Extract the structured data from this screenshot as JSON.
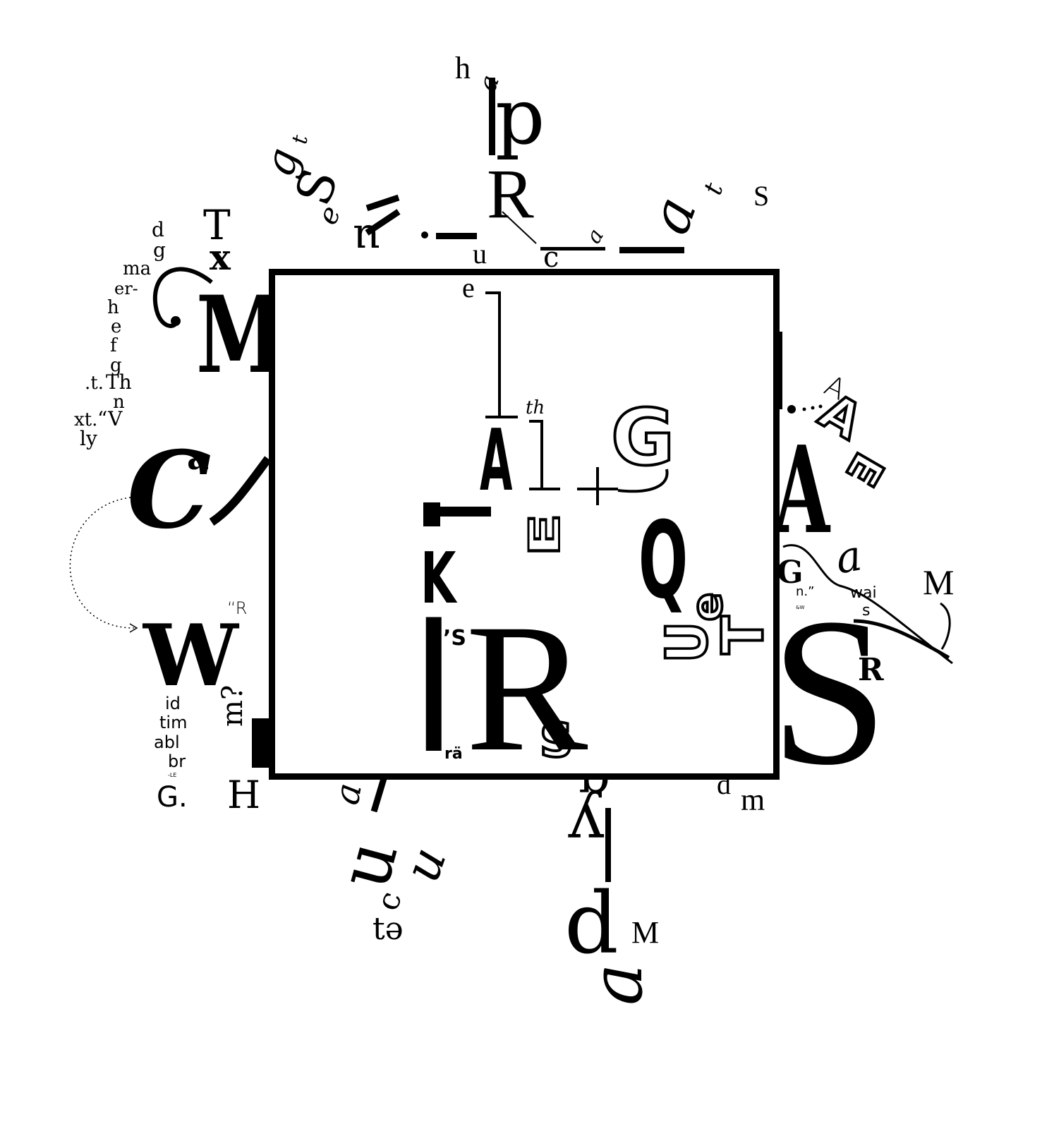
{
  "letters": {
    "top_h": "h",
    "top_p": "p",
    "top_R": "R",
    "top_u": "u",
    "top_e": "e",
    "top_S": "S",
    "top_t": "t",
    "top_g": "g",
    "top_S2": "S",
    "top_t2": "t",
    "top_a": "a",
    "top_c": "c",
    "top_a2": "a",
    "left_T": "T",
    "left_x": "x",
    "left_d": "d",
    "left_g": "g",
    "left_ma": "ma",
    "left_er": "er-",
    "left_h": "h",
    "left_e": "e",
    "left_f": "f",
    "left_g2": "g",
    "left_t": ".t.",
    "left_Th": "Th",
    "left_n": "n",
    "left_xt": "xt.",
    "left_V": "“V",
    "left_ly": "ly",
    "left_M": "M",
    "left_a": "a",
    "left_C": "C",
    "left_W": "W",
    "left_R": "“R",
    "left_id": "id",
    "left_tim": "tim",
    "left_abl": "abl",
    "left_br": "br",
    "left_G": "G.",
    "left_LE": "-LE",
    "left_m": "m?",
    "left_H": "H",
    "in_A": "A",
    "in_th": "th",
    "in_G": "G",
    "in_E": "E",
    "in_Q": "Q",
    "in_T": "T",
    "in_K": "K",
    "in_I": "I",
    "in_s": "’S",
    "in_ra": "rä",
    "in_R": "R",
    "in_S": "S",
    "in_e2": "e",
    "in_U": "U",
    "in_T2": "T",
    "right_A": "A",
    "right_E": "E",
    "right_G": "G",
    "right_n": "n.”",
    "right_sw": "&W",
    "right_wai": "wai",
    "right_s": "s",
    "right_M": "M",
    "right_S": "S",
    "right_R": "R",
    "right_d": "d",
    "right_m": "m",
    "bot_a": "a",
    "bot_u": "u",
    "bot_c": "c",
    "bot_te": "tə",
    "bot_g": "g",
    "bot_y": "y",
    "bot_d": "d",
    "bot_M": "M",
    "bot_a2": "a"
  },
  "colors": {
    "ink": "#000000",
    "paper": "#ffffff"
  }
}
